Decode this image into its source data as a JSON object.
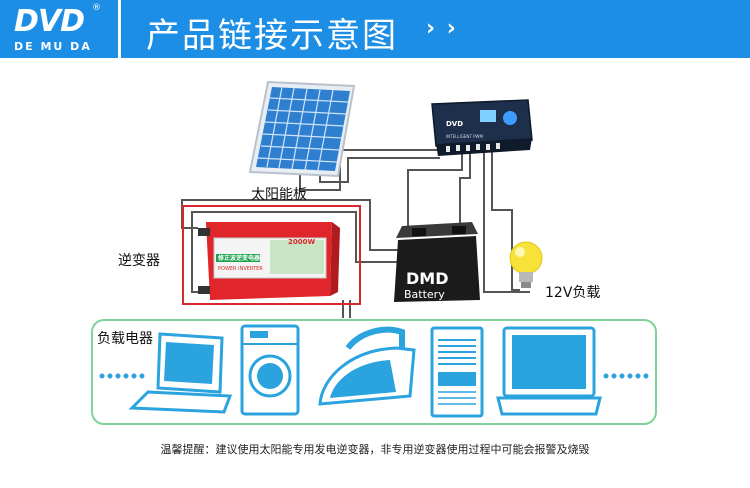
{
  "brand": {
    "logo": "DVD",
    "sub": "DE MU DA",
    "reg": "®"
  },
  "header": {
    "title": "产品链接示意图",
    "arrows": "› ›"
  },
  "labels": {
    "solar_panel": "太阳能板",
    "inverter": "逆变器",
    "load_12v": "12V负载",
    "appliances": "负载电器"
  },
  "battery": {
    "brand": "DMD",
    "name": "Battery"
  },
  "inverter_face": {
    "rating": "2000W",
    "title": "修正波逆变电器",
    "sub": "POWER INVERTER"
  },
  "controller": {
    "brand": "DVD",
    "model": "INTELLIGENT PWM"
  },
  "notice": "温馨提醒：建议使用太阳能专用发电逆变器，非专用逆变器使用过程中可能会报警及烧毁",
  "colors": {
    "banner": "#1c8ee5",
    "accent_box": "#d9282d",
    "appliance_frame": "#7ed39a",
    "appliance_blue": "#2aa3de"
  }
}
